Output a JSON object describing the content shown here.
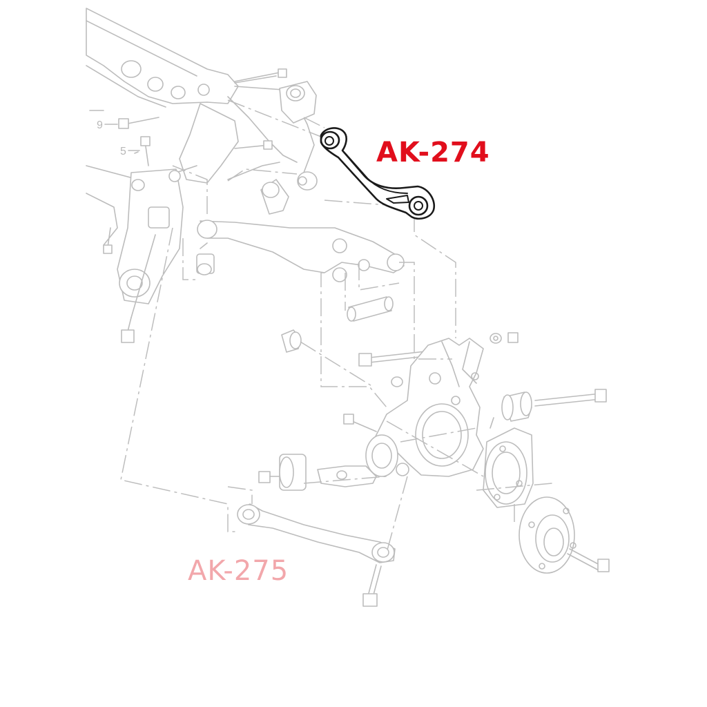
{
  "labels": {
    "highlighted_part": "AK-274",
    "faded_part": "AK-275"
  },
  "callouts": {
    "callout_9": "9",
    "callout_5": "5"
  },
  "colors": {
    "highlight_text": "#e10e1c",
    "faded_text": "#f2a7ab",
    "line_art": "#bcbcbc",
    "highlight_outline": "#1a1a1a",
    "background": "#ffffff"
  }
}
